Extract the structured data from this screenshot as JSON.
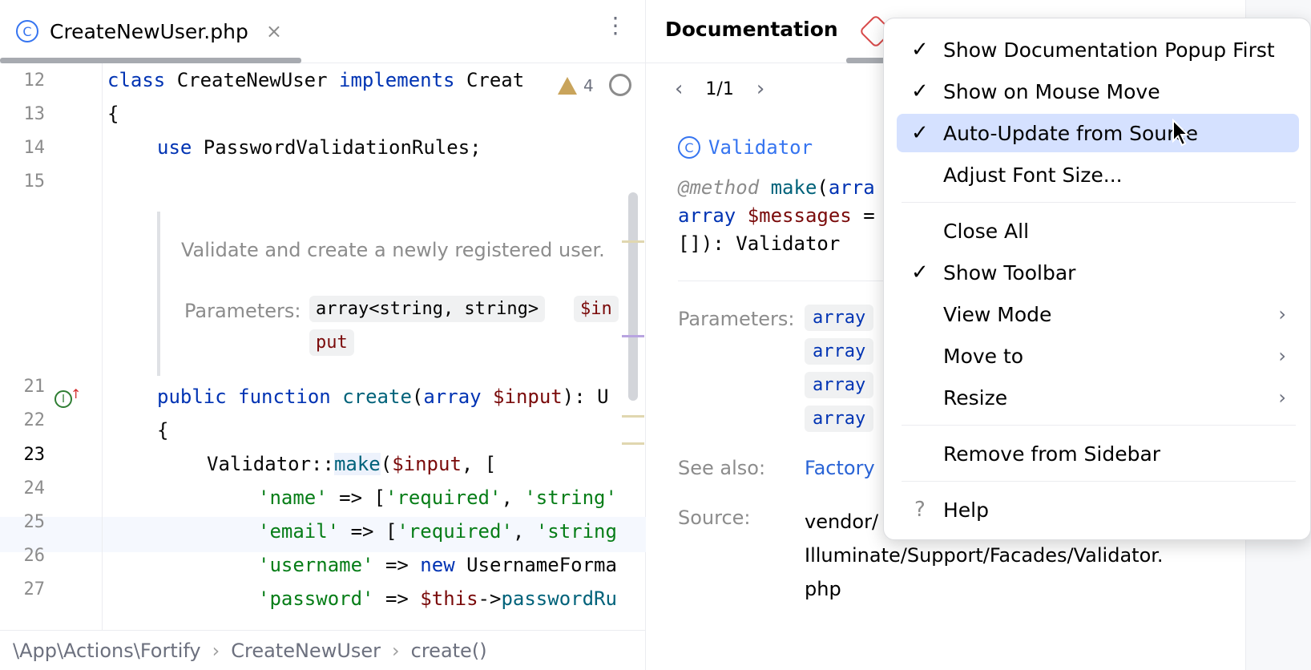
{
  "editor": {
    "tab": {
      "icon": "class-icon",
      "icon_glyph": "C",
      "name": "CreateNewUser.php",
      "close": "×"
    },
    "more": "⋮",
    "warnings": {
      "count": "4"
    },
    "lines": [
      {
        "no": "12"
      },
      {
        "no": "13"
      },
      {
        "no": "14"
      },
      {
        "no": "15"
      },
      {
        "no": "21"
      },
      {
        "no": "22"
      },
      {
        "no": "23"
      },
      {
        "no": "24"
      },
      {
        "no": "25"
      },
      {
        "no": "26"
      },
      {
        "no": "27"
      }
    ],
    "code": {
      "l12_kw": "class",
      "l12_name": " CreateNewUser ",
      "l12_impl": "implements",
      "l12_rest": " Creat",
      "l13": "{",
      "l14_kw": "use",
      "l14_rest": " PasswordValidationRules;",
      "l21_kw": "public",
      "l21_fn": "function",
      "l21_name": "create",
      "l21_p1": "(",
      "l21_type": "array",
      "l21_var": " $input",
      "l21_rest": "): U",
      "l22": "{",
      "l23_a": "Validator::",
      "l23_make": "make",
      "l23_b": "(",
      "l23_var": "$input",
      "l23_c": ", [",
      "l24_k": "'name'",
      "l24_arrow": " => [",
      "l24_v1": "'required'",
      "l24_c": ", ",
      "l24_v2": "'string'",
      "l25_k": "'email'",
      "l25_arrow": " => [",
      "l25_v1": "'required'",
      "l25_c": ", ",
      "l25_v2": "'string",
      "l26_k": "'username'",
      "l26_arrow": " => ",
      "l26_new": "new",
      "l26_rest": " UsernameForma",
      "l27_k": "'password'",
      "l27_arrow": " => ",
      "l27_this": "$this",
      "l27_op": "->",
      "l27_m": "passwordRu"
    },
    "inline_doc": {
      "description": "Validate and create a newly registered user.",
      "params_label": "Parameters:",
      "param_type": "array<string, string>",
      "param_name_a": "$in",
      "param_name_b": "put"
    },
    "breadcrumb": [
      "\\App\\Actions\\Fortify",
      "CreateNewUser",
      "create()"
    ],
    "breadcrumb_sep": "›"
  },
  "documentation": {
    "title": "Documentation",
    "nav": {
      "prev": "‹",
      "count": "1/1",
      "next": "›"
    },
    "class_name": "Validator",
    "class_icon_glyph": "C",
    "signature": {
      "ann": "@method",
      "make": " make",
      "paren": "(",
      "arra": "arra",
      "line2_type": "array",
      "line2_var": " $messages",
      "line2_rest": " =",
      "line3": "[]): Validator"
    },
    "params_label": "Parameters:",
    "param_types": [
      "array",
      "array",
      "array",
      "array"
    ],
    "see_also_label": "See also:",
    "see_also_link": "Factory",
    "source_label": "Source:",
    "source_lines": [
      "vendor/",
      "Illuminate/Support/Facades/Validator.",
      "php"
    ]
  },
  "menu": {
    "items": [
      {
        "label": "Show Documentation Popup First",
        "checked": "✓"
      },
      {
        "label": "Show on Mouse Move",
        "checked": "✓"
      },
      {
        "label": "Auto-Update from Source",
        "checked": "✓"
      },
      {
        "label": "Adjust Font Size..."
      },
      {
        "label": "Close All"
      },
      {
        "label": "Show Toolbar",
        "checked": "✓"
      },
      {
        "label": "View Mode",
        "submenu": "›"
      },
      {
        "label": "Move to",
        "submenu": "›"
      },
      {
        "label": "Resize",
        "submenu": "›"
      },
      {
        "label": "Remove from Sidebar"
      },
      {
        "label": "Help",
        "icon": "?"
      }
    ]
  },
  "colors": {
    "accent": "#3574f0",
    "selection": "#d5e1ff",
    "keyword": "#0033b3",
    "string": "#067d17"
  }
}
